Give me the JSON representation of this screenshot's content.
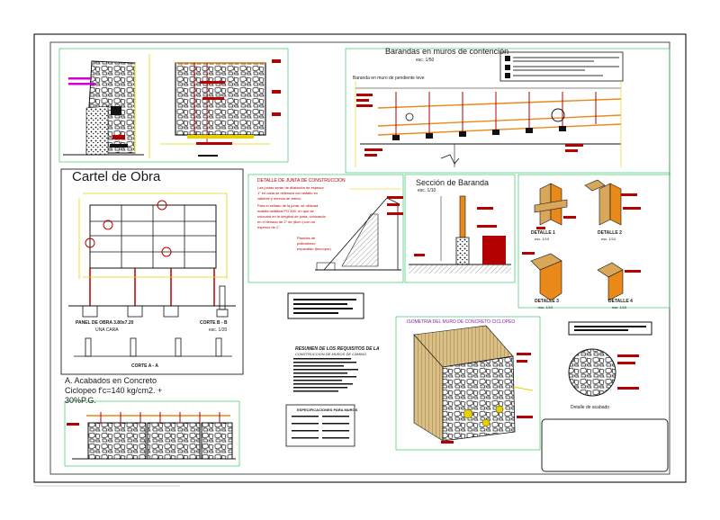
{
  "sheet": {
    "main_title": "Barandas en muros de contención",
    "main_scale": "esc. 1/50",
    "sub_title": "Baranda en muro de pendiente leve"
  },
  "cartel": {
    "title": "Cartel de Obra",
    "panel_label": "PANEL DE OBRA 3.80x7.20",
    "panel_sub": "UNA CARA",
    "corte_b": "CORTE B - B",
    "corte_b_scale": "esc. 1/20",
    "corte_a": "CORTE A - A"
  },
  "acabados": {
    "line1": "A. Acabados en Concreto",
    "line2": "Ciclopeo f'c=140 kg/cm2. +",
    "line3": "30%P.G."
  },
  "junta": {
    "title": "DETALLE DE JUNTA DE CONSTRUCCION",
    "bullets": [
      "Las juntas serán de dilatación de espesor 1\" en cada se rellenará con asfalto en caliente y mezcla de arena.",
      "Para el sellado de la junta, se utilizará masilla asfáltica PG 300, en que se colocará en la longitud de junta, colocando en el llenado de 2\" de (8cm.) con un espesor de 1\"."
    ],
    "plancha_label": "Plancha de poliestireno expandido (tecnopor)"
  },
  "seccion": {
    "title": "Sección de Baranda",
    "scale": "esc. 1/10"
  },
  "details": {
    "d1": "DETALLE 1",
    "d1_scale": "esc. 1/10",
    "d2": "DETALLE 2",
    "d2_scale": "esc. 1/10",
    "d3": "DETALLE 3",
    "d3_scale": "esc. 1/10",
    "d4": "DETALLE 4",
    "d4_scale": "esc. 1/10"
  },
  "isometria": {
    "title": "ISOMETRIA DEL MURO DE CONCRETO CICLOPEO"
  },
  "resumen": {
    "title": "RESUMEN DE LOS REQUISITOS DE LA",
    "subtitle": "CONSTRUCCION DE MUROS DE CAMINO"
  },
  "especificaciones": {
    "title": "ESPECIFICACIONES PARA MUROS"
  },
  "acabado_detail": {
    "label": "Detalle de acabado"
  },
  "colors": {
    "border": "#222222",
    "frame": "#33cc66",
    "red": "#b30000",
    "magenta": "#d400d4",
    "yellow": "#e8d000",
    "orange": "#e8891a",
    "stone": "#c9c9c9",
    "dark": "#111111"
  }
}
